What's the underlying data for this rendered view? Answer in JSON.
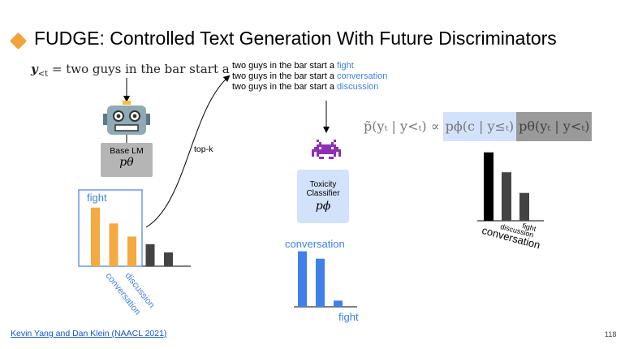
{
  "title": "FUDGE: Controlled Text Generation With Future Discriminators",
  "prefix": {
    "var": "y",
    "sub": "<t",
    "eq": " = two guys in the bar start a"
  },
  "candidates": {
    "prefix_text": "two guys in the bar start a ",
    "words": [
      "fight",
      "conversation",
      "discussion"
    ]
  },
  "base_lm": {
    "label": "Base LM",
    "symbol": "pθ"
  },
  "topk_label": "top-k",
  "classifier": {
    "line1": "Toxicity",
    "line2": "Classifier",
    "symbol": "pϕ"
  },
  "formula": {
    "lhs": "p̃(yₜ | y<ₜ) ∝ ",
    "term1": "pϕ(c | y≤ₜ)",
    "term2": "pθ(yₜ | y<ₜ)"
  },
  "chart_data": [
    {
      "type": "bar",
      "name": "",
      "categories": [
        "fight",
        "conversation",
        "discussion",
        "",
        ""
      ],
      "values": [
        0.85,
        0.62,
        0.43,
        0.32,
        0.2
      ],
      "highlighted_top_k": [
        "fight",
        "conversation",
        "discussion"
      ],
      "bar_colors": [
        "#f5a941",
        "#f5a941",
        "#f5a941",
        "#444444",
        "#444444"
      ],
      "box_label": "fight",
      "rotated_labels": [
        "conversation",
        "discussion"
      ]
    },
    {
      "type": "bar",
      "categories": [
        "conversation",
        "discussion",
        "fight"
      ],
      "values": [
        0.9,
        0.78,
        0.1
      ],
      "bar_color": "#3f80ea",
      "top_label": "conversation",
      "bottom_label": "fight"
    },
    {
      "type": "bar",
      "categories": [
        "conversation",
        "discussion",
        "fight"
      ],
      "values": [
        0.86,
        0.61,
        0.35
      ],
      "bar_colors": [
        "#000000",
        "#444444",
        "#444444"
      ],
      "labels": [
        "conversation",
        "discussion",
        "fight"
      ]
    }
  ],
  "footer": {
    "citation": "Kevin Yang and Dan Klein (NAACL 2021)",
    "page_number": "118"
  },
  "icons": {
    "robot": "robot-icon",
    "invader": "space-invader-icon"
  },
  "colors": {
    "accent_orange": "#f2a13b",
    "blue": "#3f80ea",
    "light_blue": "#d3e2fb",
    "gray_box": "#b5b5b5"
  }
}
